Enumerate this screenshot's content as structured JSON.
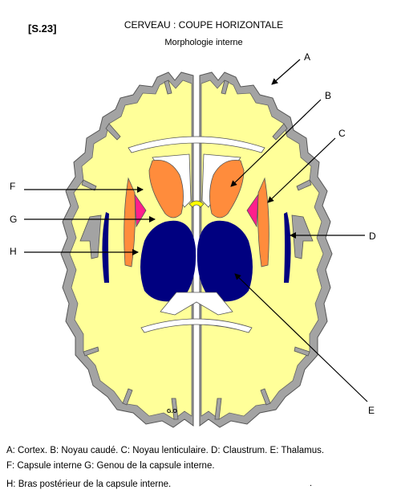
{
  "header": {
    "ref": "[S.23]",
    "title": "CERVEAU : COUPE HORIZONTALE",
    "subtitle": "Morphologie interne"
  },
  "labels": {
    "A": "A",
    "B": "B",
    "C": "C",
    "D": "D",
    "E": "E",
    "F": "F",
    "G": "G",
    "H": "H"
  },
  "signature": "G.O",
  "legend": {
    "line1": "A: Cortex.  B: Noyau caudé.  C: Noyau lenticulaire.  D: Claustrum.  E: Thalamus.",
    "line2": "F: Capsule interne    G: Genou de la capsule interne.",
    "line3": "H: Bras postérieur de la capsule interne.",
    "trailing": "."
  },
  "colors": {
    "cortex": "#a3a3a3",
    "white_matter": "#ffff99",
    "caudate_putamen": "#ff8c3c",
    "genu": "#ff1f8c",
    "thalamus_claustrum": "#000080",
    "background": "#ffffff"
  }
}
